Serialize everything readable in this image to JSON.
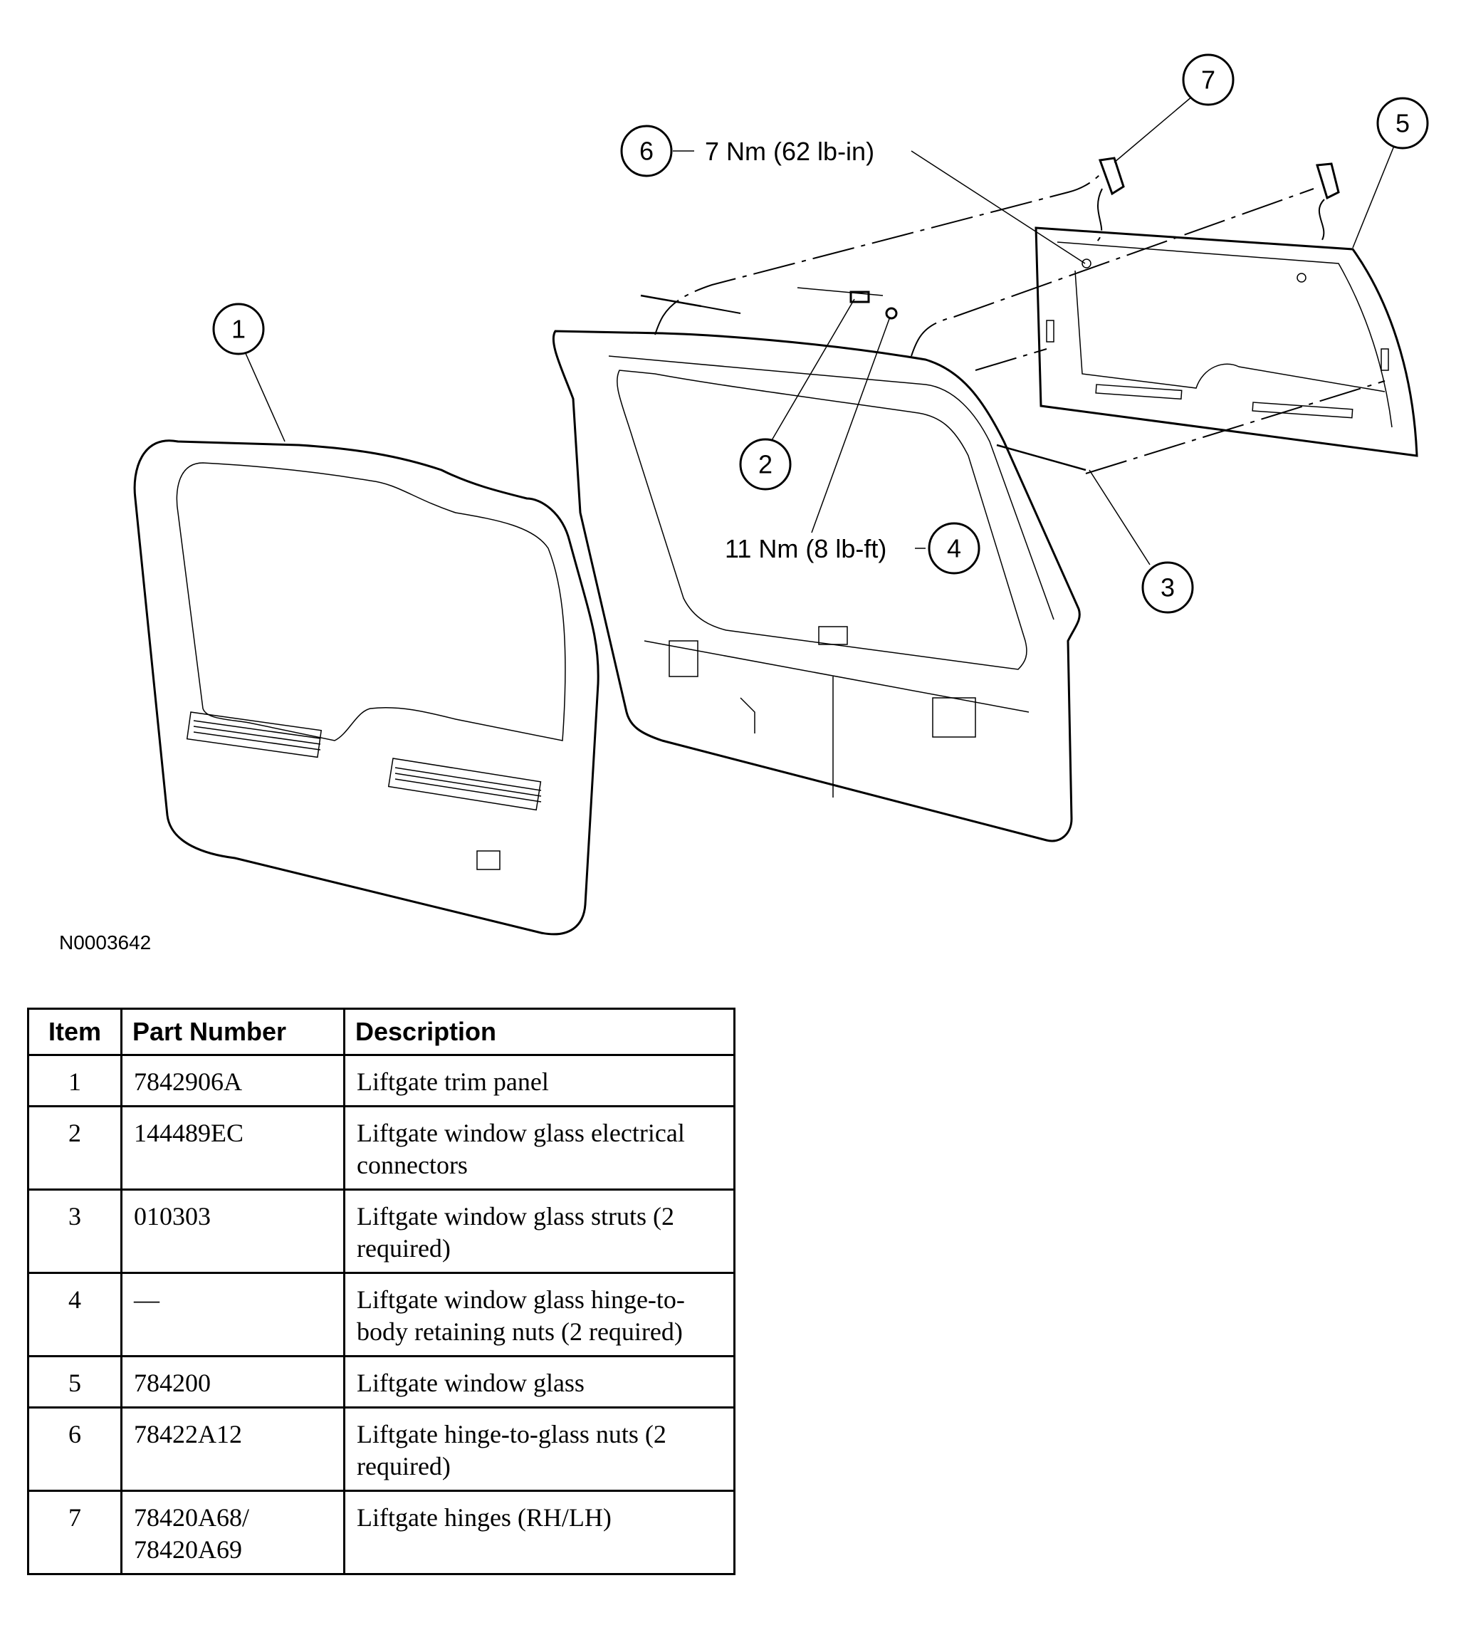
{
  "diagram": {
    "figure_id": "N0003642",
    "callouts": [
      "1",
      "2",
      "3",
      "4",
      "5",
      "6",
      "7"
    ],
    "torque_6": "7 Nm (62 lb-in)",
    "torque_4": "11 Nm (8 lb-ft)"
  },
  "table": {
    "headers": {
      "item": "Item",
      "part": "Part Number",
      "desc": "Description"
    },
    "rows": [
      {
        "item": "1",
        "part": "7842906A",
        "desc": "Liftgate trim panel"
      },
      {
        "item": "2",
        "part": "144489EC",
        "desc": "Liftgate window glass electrical connectors"
      },
      {
        "item": "3",
        "part": "010303",
        "desc": "Liftgate window glass struts (2 required)"
      },
      {
        "item": "4",
        "part": "—",
        "desc": "Liftgate window glass hinge-to-body retaining nuts (2 required)"
      },
      {
        "item": "5",
        "part": "784200",
        "desc": "Liftgate window glass"
      },
      {
        "item": "6",
        "part": "78422A12",
        "desc": "Liftgate hinge-to-glass nuts (2 required)"
      },
      {
        "item": "7",
        "part": "78420A68/ 78420A69",
        "desc": "Liftgate hinges (RH/LH)"
      }
    ]
  }
}
